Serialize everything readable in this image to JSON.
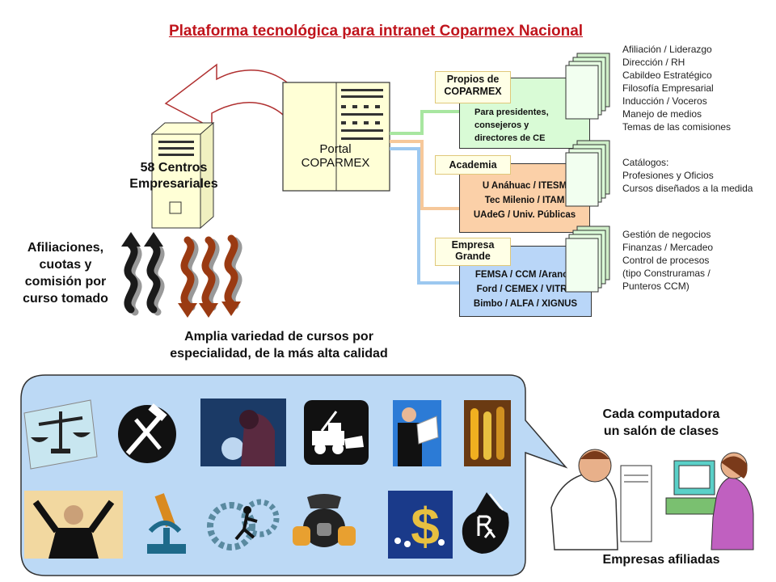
{
  "title": "Plataforma tecnológica para intranet Coparmex Nacional",
  "portal": {
    "line1": "Portal",
    "line2": "COPARMEX"
  },
  "centros": {
    "line1": "58 Centros",
    "line2": "Empresariales"
  },
  "afiliaciones": {
    "lines": [
      "Afiliaciones,",
      "cuotas y",
      "comisión por",
      "curso tomado"
    ]
  },
  "amplia": {
    "lines": [
      "Amplia variedad de cursos por",
      "especialidad, de la más alta calidad"
    ]
  },
  "groups": [
    {
      "tag": [
        "Propios de",
        "COPARMEX"
      ],
      "box_lines": [
        "Para presidentes,",
        "consejeros y",
        "directores de CE"
      ],
      "box_color": "#d9fbd6",
      "line_color": "#a8e6a0",
      "list": [
        "Afiliación / Liderazgo",
        "Dirección / RH",
        "Cabildeo Estratégico",
        "Filosofía Empresarial",
        "Inducción / Voceros",
        "Manejo de medios",
        "Temas de las comisiones"
      ]
    },
    {
      "tag": [
        "Academia"
      ],
      "box_lines": [
        "U Anáhuac / ITESM",
        "Tec Milenio / ITAM",
        "UAdeG / Univ. Públicas"
      ],
      "box_color": "#fbd0a8",
      "line_color": "#f6c89a",
      "list": [
        "Catálogos:",
        "Profesiones y Oficios",
        "Cursos diseñados a la medida"
      ]
    },
    {
      "tag": [
        "Empresa",
        "Grande"
      ],
      "box_lines": [
        "FEMSA / CCM /Arancia",
        "Ford / CEMEX / VITRO",
        "Bimbo / ALFA / XIGNUS"
      ],
      "box_color": "#b9d6f8",
      "line_color": "#9cc8f0",
      "list": [
        "Gestión de negocios",
        "Finanzas / Mercadeo",
        "Control de procesos",
        "(tipo Construramas /",
        "Punteros CCM)"
      ]
    }
  ],
  "cada": {
    "lines": [
      "Cada computadora",
      "un salón de clases"
    ]
  },
  "empresas": "Empresas afiliadas",
  "clipart": [
    "balance-scale",
    "hammer-wrench",
    "welder",
    "tow-truck",
    "businessman-reading",
    "test-tubes",
    "celebrating-man",
    "microscope",
    "running-gears",
    "respirator-mask",
    "money-crowd",
    "pharmacy-rx"
  ],
  "colors": {
    "title": "#c0141c",
    "panel": "#bcd9f5",
    "arrow_up": "#1a1a1a",
    "arrow_down": "#9a3a12"
  }
}
